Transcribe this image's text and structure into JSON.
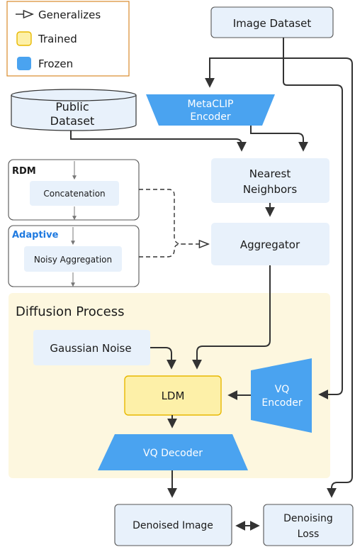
{
  "legend": {
    "generalizes": "Generalizes",
    "trained": "Trained",
    "frozen": "Frozen"
  },
  "colors": {
    "light_box": "#e8f1fb",
    "frozen": "#4aa3f0",
    "trained_fill": "#fdf0a8",
    "trained_stroke": "#e8b800",
    "diffusion_bg": "#fdf7df",
    "legend_border": "#d98a2b",
    "line": "#333333"
  },
  "nodes": {
    "image_dataset": "Image Dataset",
    "public_dataset_1": "Public",
    "public_dataset_2": "Dataset",
    "metaclip_1": "MetaCLIP",
    "metaclip_2": "Encoder",
    "nearest_1": "Nearest",
    "nearest_2": "Neighbors",
    "aggregator": "Aggregator",
    "rdm_title": "RDM",
    "concatenation": "Concatenation",
    "adaptive_title": "Adaptive",
    "noisy_aggregation": "Noisy Aggregation",
    "diffusion_title": "Diffusion Process",
    "gaussian_noise": "Gaussian Noise",
    "ldm": "LDM",
    "vq_encoder_1": "VQ",
    "vq_encoder_2": "Encoder",
    "vq_decoder": "VQ Decoder",
    "denoised_image": "Denoised Image",
    "denoising_loss_1": "Denoising",
    "denoising_loss_2": "Loss"
  }
}
